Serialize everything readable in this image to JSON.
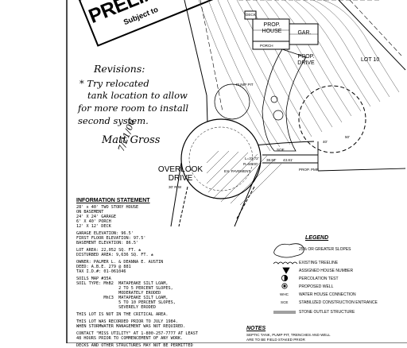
{
  "stamp": {
    "main": "PRELIM",
    "sub": "Subject to"
  },
  "revisions": {
    "title": "Revisions:",
    "lines": [
      "* Try relocated",
      "tank location to allow",
      "for more room to install",
      "second system."
    ],
    "signature": "Matt Gross",
    "date": "7/21/06"
  },
  "plan": {
    "prop_house": "PROP.\nHOUSE",
    "garage": "GAR.",
    "porch": "PORCH",
    "deck": "DECK",
    "prop_drive": "PROP.\nDRIVE",
    "lot": "LOT 10",
    "road_name": "OVERLOOK\nDRIVE",
    "road_row": "30' R/W",
    "curve_l": "L=37.72'",
    "curve_r": "R=50.00'",
    "ex_pavement": "EX. PAVEMENT",
    "pump_pit": "PUMP PIT",
    "proposed_pump": "PROP. PMP",
    "soe": "SOE",
    "dim_38": "38.82'",
    "dim_43": "43.81'",
    "dim_50": "50'",
    "dim_40": "40'"
  },
  "info": {
    "heading": "INFORMATION STATEMENT",
    "lines": [
      "28' x 40' TWO STORY HOUSE",
      "ON BASEMENT",
      "24' X 24' GARAGE",
      "6' X 40' PORCH",
      "12' X 12' DECK",
      "",
      "GARAGE ELEVATION:  96.5'",
      "FIRST FLOOR ELEVATION: 97.5'",
      "BASEMENT ELEVATION:  86.5'",
      "",
      "LOT AREA: 22,052 SQ. FT. ±",
      "DISTURBED AREA:  9,636 SQ. FT. ±",
      "",
      "OWNER:  PALMER L. & DEANNA E. AUSTIN",
      "DEED:  A.B.E. 279 @ 881",
      "TAX I.D.#: 01-061046",
      "",
      "SOILS MAP #35A",
      "SOIL TYPE: MhB2  MATAPEAKE SILT LOAM,",
      "                 2 TO 5 PERCENT SLOPES,",
      "                 MODERATELY ERODED",
      "           MhC3  MATAPEAKE SILT LOAM,",
      "                 5 TO 10 PERCENT SLOPES,",
      "                 SEVERELY ERODED",
      "",
      "THIS LOT IS NOT IN THE CRITICAL AREA.",
      "",
      "THIS LOT WAS RECORDED PRIOR TO JULY 1984.",
      "WHEN STORMWATER MANAGEMENT WAS NOT REQUIRED.",
      "",
      "CONTACT \"MISS UTILITY\" AT 1-800-257-7777 AT LEAST",
      "48 HOURS PRIOR TO COMMENCEMENT OF ANY WORK.",
      "",
      "DECKS AND OTHER STRUCTURES MAY NOT BE PERMITTED"
    ]
  },
  "legend": {
    "heading": "LEGEND",
    "items": [
      "25% OR GREATER SLOPES",
      "EXISTING TREELINE",
      "ASSIGNED HOUSE NUMBER",
      "PERCOLATION TEST",
      "PROPOSED WELL",
      "WATER HOUSE CONNECTION",
      "STABILIZED CONSTRUCTION ENTRANCE",
      "STONE OUTLET STRUCTURE"
    ],
    "symbol_labels": [
      "WHC",
      "SCE"
    ]
  },
  "notes": {
    "heading": "NOTES",
    "lines": [
      "SEPTIC TANK, PUMP PIT, TRENCHES AND WELL",
      "ARE TO BE FIELD STAKED PRIOR"
    ]
  }
}
